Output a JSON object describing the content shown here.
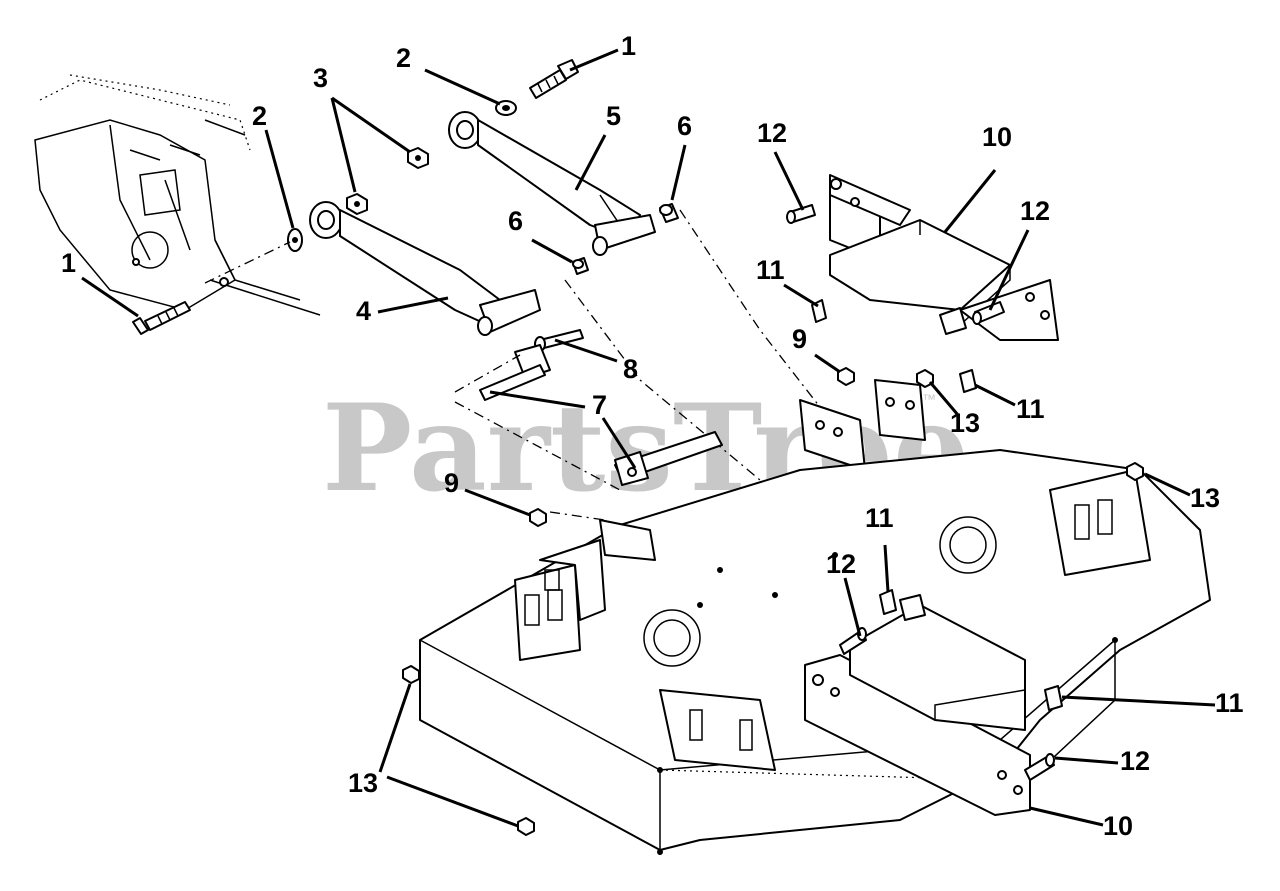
{
  "watermark": {
    "text": "PartsTree",
    "trademark": "™"
  },
  "callouts": [
    {
      "id": "c1a",
      "label": "1"
    },
    {
      "id": "c2a",
      "label": "2"
    },
    {
      "id": "c3",
      "label": "3"
    },
    {
      "id": "c2b",
      "label": "2"
    },
    {
      "id": "c5",
      "label": "5"
    },
    {
      "id": "c6a",
      "label": "6"
    },
    {
      "id": "c12a",
      "label": "12"
    },
    {
      "id": "c10a",
      "label": "10"
    },
    {
      "id": "c12b",
      "label": "12"
    },
    {
      "id": "c6b",
      "label": "6"
    },
    {
      "id": "c1b",
      "label": "1"
    },
    {
      "id": "c11a",
      "label": "11"
    },
    {
      "id": "c4",
      "label": "4"
    },
    {
      "id": "c9a",
      "label": "9"
    },
    {
      "id": "c8",
      "label": "8"
    },
    {
      "id": "c7",
      "label": "7"
    },
    {
      "id": "c13a",
      "label": "13"
    },
    {
      "id": "c11b",
      "label": "11"
    },
    {
      "id": "c9b",
      "label": "9"
    },
    {
      "id": "c13b",
      "label": "13"
    },
    {
      "id": "c11c",
      "label": "11"
    },
    {
      "id": "c12c",
      "label": "12"
    },
    {
      "id": "c11d",
      "label": "11"
    },
    {
      "id": "c12d",
      "label": "12"
    },
    {
      "id": "c13c",
      "label": "13"
    },
    {
      "id": "c10b",
      "label": "10"
    }
  ]
}
